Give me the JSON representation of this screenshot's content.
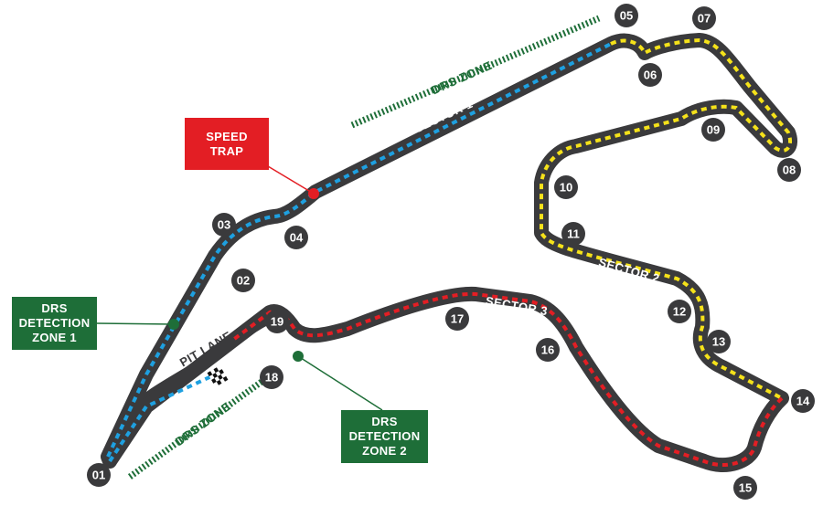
{
  "colors": {
    "track": "#3a3a3c",
    "sector1": "#1ea0e0",
    "sector2": "#f5e21a",
    "sector3": "#e31e24",
    "drs_green": "#1e6e38",
    "speed_trap_red": "#e31e24",
    "corner_badge": "#3a3a3c"
  },
  "labels": {
    "sector1": "SECTOR 1",
    "sector2": "SECTOR 2",
    "sector3": "SECTOR 3",
    "pit_lane": "PIT LANE",
    "drs_zone_top": "DRS ZONE",
    "drs_zone_bottom": "DRS ZONE",
    "speed_trap": "SPEED\nTRAP",
    "drs_detection_1": "DRS\nDETECTION\nZONE 1",
    "drs_detection_2": "DRS\nDETECTION\nZONE 2"
  },
  "corners": [
    "01",
    "02",
    "03",
    "04",
    "05",
    "06",
    "07",
    "08",
    "09",
    "10",
    "11",
    "12",
    "13",
    "14",
    "15",
    "16",
    "17",
    "18",
    "19"
  ],
  "icons": {
    "finish_line": "checkered-flag-icon",
    "pit_direction": "arrow-icon"
  }
}
